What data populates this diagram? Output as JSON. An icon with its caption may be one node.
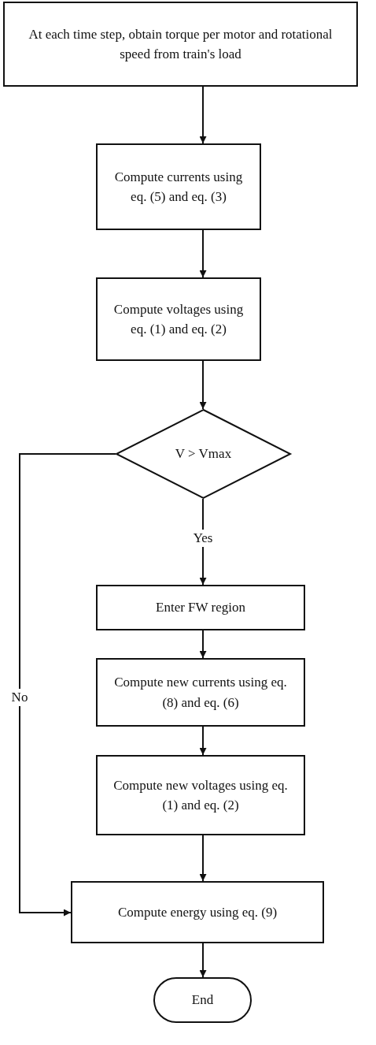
{
  "diagram": {
    "nodes": [
      {
        "text": [
          "At each time step, obtain torque per motor and rotational speed from train's load"
        ]
      },
      {
        "text": [
          "Compute currents using eq. (5) and eq. (3)"
        ]
      },
      {
        "text": [
          "Compute voltages using eq. (1) and eq. (2)"
        ]
      },
      {
        "text": [
          "V > Vmax"
        ]
      },
      {
        "text": [
          "Enter FW region"
        ]
      },
      {
        "text": [
          "Compute new currents using eq.  (8) and eq. (6)"
        ]
      },
      {
        "text": [
          "Compute new voltages using eq.  (1) and eq. (2)"
        ]
      },
      {
        "text": [
          "Compute energy using eq.  (9)"
        ]
      },
      {
        "text": [
          "End"
        ]
      }
    ],
    "edges": [
      {
        "from": 0,
        "to": 1,
        "arrow": "to"
      },
      {
        "from": 1,
        "to": 2,
        "arrow": "to"
      },
      {
        "from": 2,
        "to": 3,
        "arrow": "to"
      },
      {
        "from": 3,
        "to": 4,
        "arrow": "to",
        "label": "Yes"
      },
      {
        "from": 4,
        "to": 5,
        "arrow": "to"
      },
      {
        "from": 5,
        "to": 6,
        "arrow": "to"
      },
      {
        "from": 6,
        "to": 7,
        "arrow": "to"
      },
      {
        "from": 3,
        "to": 7,
        "arrow": "to",
        "label": "No"
      },
      {
        "from": 7,
        "to": 8,
        "arrow": "to"
      }
    ]
  }
}
